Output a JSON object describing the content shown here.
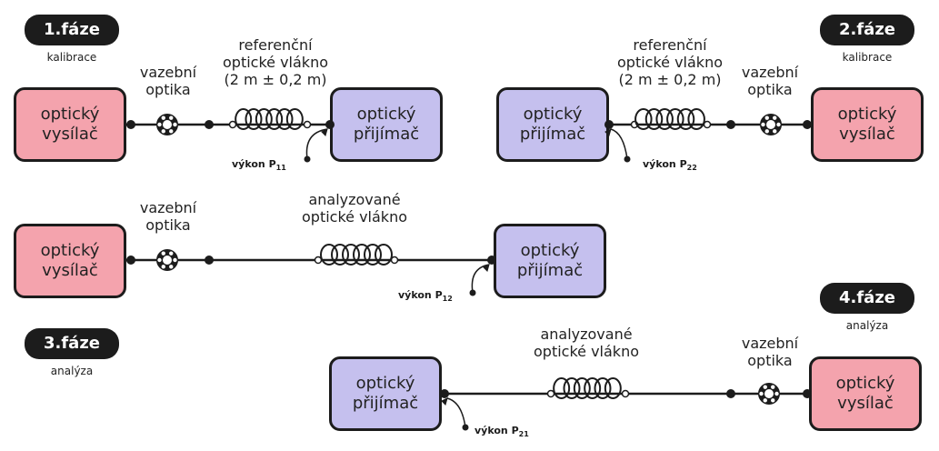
{
  "phases": [
    {
      "title": "1.fáze",
      "subtitle": "kalibrace",
      "transmitter": [
        "optický",
        "vysílač"
      ],
      "receiver": [
        "optický",
        "přijímač"
      ],
      "coupling": [
        "vazební",
        "optika"
      ],
      "fiber": [
        "referenční",
        "optické vlákno",
        "(2 m ± 0,2 m)"
      ],
      "power": {
        "text": "výkon P",
        "sub": "11"
      }
    },
    {
      "title": "2.fáze",
      "subtitle": "kalibrace",
      "transmitter": [
        "optický",
        "vysílač"
      ],
      "receiver": [
        "optický",
        "přijímač"
      ],
      "coupling": [
        "vazební",
        "optika"
      ],
      "fiber": [
        "referenční",
        "optické vlákno",
        "(2 m ± 0,2 m)"
      ],
      "power": {
        "text": "výkon P",
        "sub": "22"
      }
    },
    {
      "title": "3.fáze",
      "subtitle": "analýza",
      "transmitter": [
        "optický",
        "vysílač"
      ],
      "receiver": [
        "optický",
        "přijímač"
      ],
      "coupling": [
        "vazební",
        "optika"
      ],
      "fiber": [
        "analyzované",
        "optické vlákno"
      ],
      "power": {
        "text": "výkon P",
        "sub": "12"
      }
    },
    {
      "title": "4.fáze",
      "subtitle": "analýza",
      "transmitter": [
        "optický",
        "vysílač"
      ],
      "receiver": [
        "optický",
        "přijímač"
      ],
      "coupling": [
        "vazební",
        "optika"
      ],
      "fiber": [
        "analyzované",
        "optické vlákno"
      ],
      "power": {
        "text": "výkon P",
        "sub": "21"
      }
    }
  ],
  "colors": {
    "transmitter": "#f4a3ad",
    "receiver": "#c5c0ee",
    "line": "#1c1c1c"
  }
}
